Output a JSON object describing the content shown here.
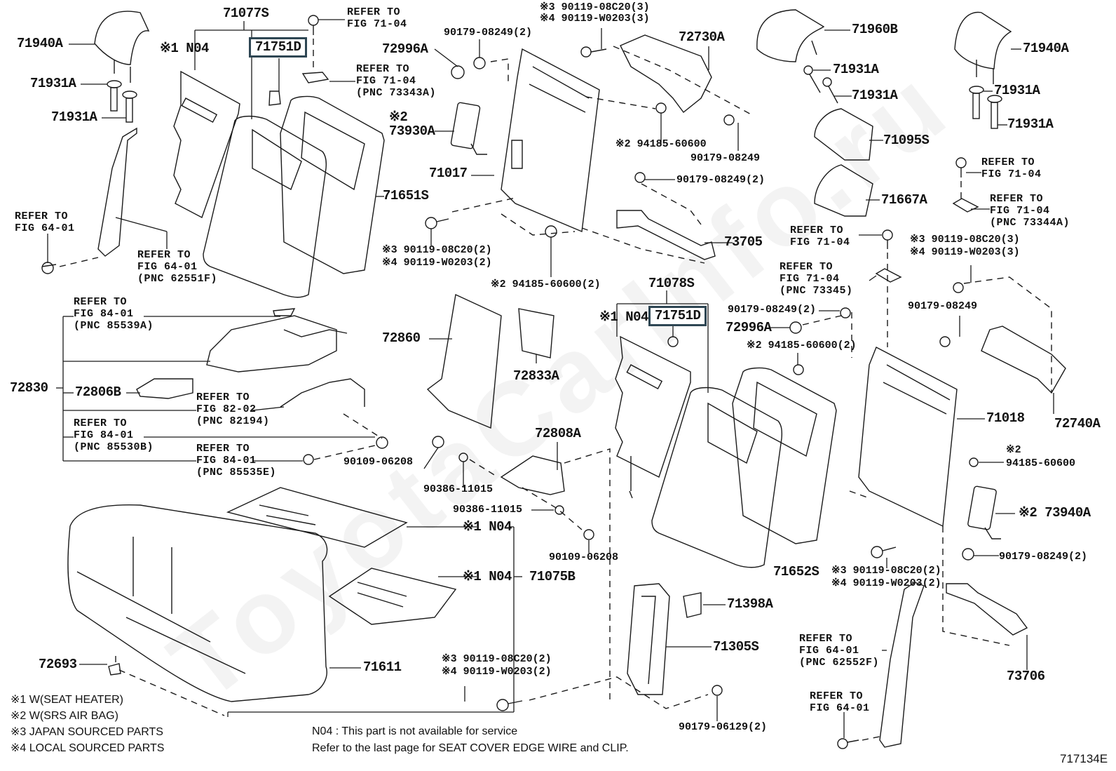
{
  "diagram": {
    "figure_id": "717134E",
    "watermark": "ToyotaCarInfo.ru",
    "boxed_part": "71751D",
    "legend": [
      {
        "mark": "※1",
        "text": "W(SEAT HEATER)"
      },
      {
        "mark": "※2",
        "text": "W(SRS AIR BAG)"
      },
      {
        "mark": "※3",
        "text": "JAPAN SOURCED PARTS"
      },
      {
        "mark": "※4",
        "text": "LOCAL SOURCED PARTS"
      }
    ],
    "notes": [
      "N04 : This part is not available for service",
      "Refer to the last page for SEAT COVER EDGE WIRE and CLIP."
    ],
    "labels": {
      "p71940A_left": "71940A",
      "p71931A_l1": "71931A",
      "p71931A_l2": "71931A",
      "p71077S": "71077S",
      "n04_a": "※1 N04",
      "box_71751D_a": "71751D",
      "refer_7104_a": "REFER TO\nFIG 71-04",
      "refer_7104_b": "REFER TO\nFIG 71-04\n(PNC 73343A)",
      "fast_a": "※3 90119-08C20(3)\n※4 90119-W0203(3)",
      "nut_a": "90179-08249(2)",
      "p72996A_a": "72996A",
      "p72730A": "72730A",
      "p73930A": "※2\n73930A",
      "nut_94185_a": "※2 94185-60600",
      "nut_b": "90179-08249",
      "p71017": "71017",
      "p71651S": "71651S",
      "nut_c": "90179-08249(2)",
      "refer_6401_a": "REFER TO\nFIG 64-01",
      "refer_6401_b": "REFER TO\nFIG 64-01\n(PNC 62551F)",
      "fast_b": "※3 90119-08C20(2)\n※4 90119-W0203(2)",
      "p73705": "73705",
      "nut_94185_b": "※2 94185-60600(2)",
      "p71960B": "71960B",
      "p71931A_m1": "71931A",
      "p71931A_m2": "71931A",
      "p71940A_right": "71940A",
      "p71931A_r1": "71931A",
      "p71931A_r2": "71931A",
      "p71095S": "71095S",
      "p71667A": "71667A",
      "refer_7104_c": "REFER TO\nFIG 71-04",
      "refer_7104_d": "REFER TO\nFIG 71-04\n(PNC 73344A)",
      "refer_7104_e": "REFER TO\nFIG 71-04",
      "fast_c": "※3 90119-08C20(3)\n※4 90119-W0203(3)",
      "refer_7104_f": "REFER TO\nFIG 71-04\n(PNC 73345)",
      "p71078S": "71078S",
      "n04_b": "※1 N04",
      "box_71751D_b": "71751D",
      "nut_d": "90179-08249(2)",
      "p72996A_b": "72996A",
      "nut_94185_c": "※2 94185-60600(2)",
      "nut_e": "90179-08249",
      "p72740A": "72740A",
      "p71018": "71018",
      "nut_94185_d": "※2\n94185-60600",
      "p73940A": "※2 73940A",
      "nut_f": "90179-08249(2)",
      "p71652S": "71652S",
      "fast_d": "※3 90119-08C20(2)\n※4 90119-W0203(2)",
      "refer_6401_c": "REFER TO\nFIG 64-01\n(PNC 62552F)",
      "refer_6401_d": "REFER TO\nFIG 64-01",
      "p73706": "73706",
      "refer_8401_a": "REFER TO\nFIG 84-01\n(PNC 85539A)",
      "p72830": "72830",
      "p72806B": "72806B",
      "refer_8202": "REFER TO\nFIG 82-02\n(PNC 82194)",
      "refer_8401_b": "REFER TO\nFIG 84-01\n(PNC 85530B)",
      "refer_8401_c": "REFER TO\nFIG 84-01\n(PNC 85535E)",
      "p72860": "72860",
      "p72833A": "72833A",
      "bolt_90109_a": "90109-06208",
      "washer_90386_a": "90386-11015",
      "p72808A": "72808A",
      "washer_90386_b": "90386-11015",
      "bolt_90109_b": "90109-06208",
      "n04_c": "※1 N04",
      "n04_d": "※1 N04",
      "p71075B": "71075B",
      "p72693": "72693",
      "p71611": "71611",
      "fast_e": "※3 90119-08C20(2)\n※4 90119-W0203(2)",
      "p71398A": "71398A",
      "p71305S": "71305S",
      "nut_90179_06129": "90179-06129(2)"
    }
  }
}
